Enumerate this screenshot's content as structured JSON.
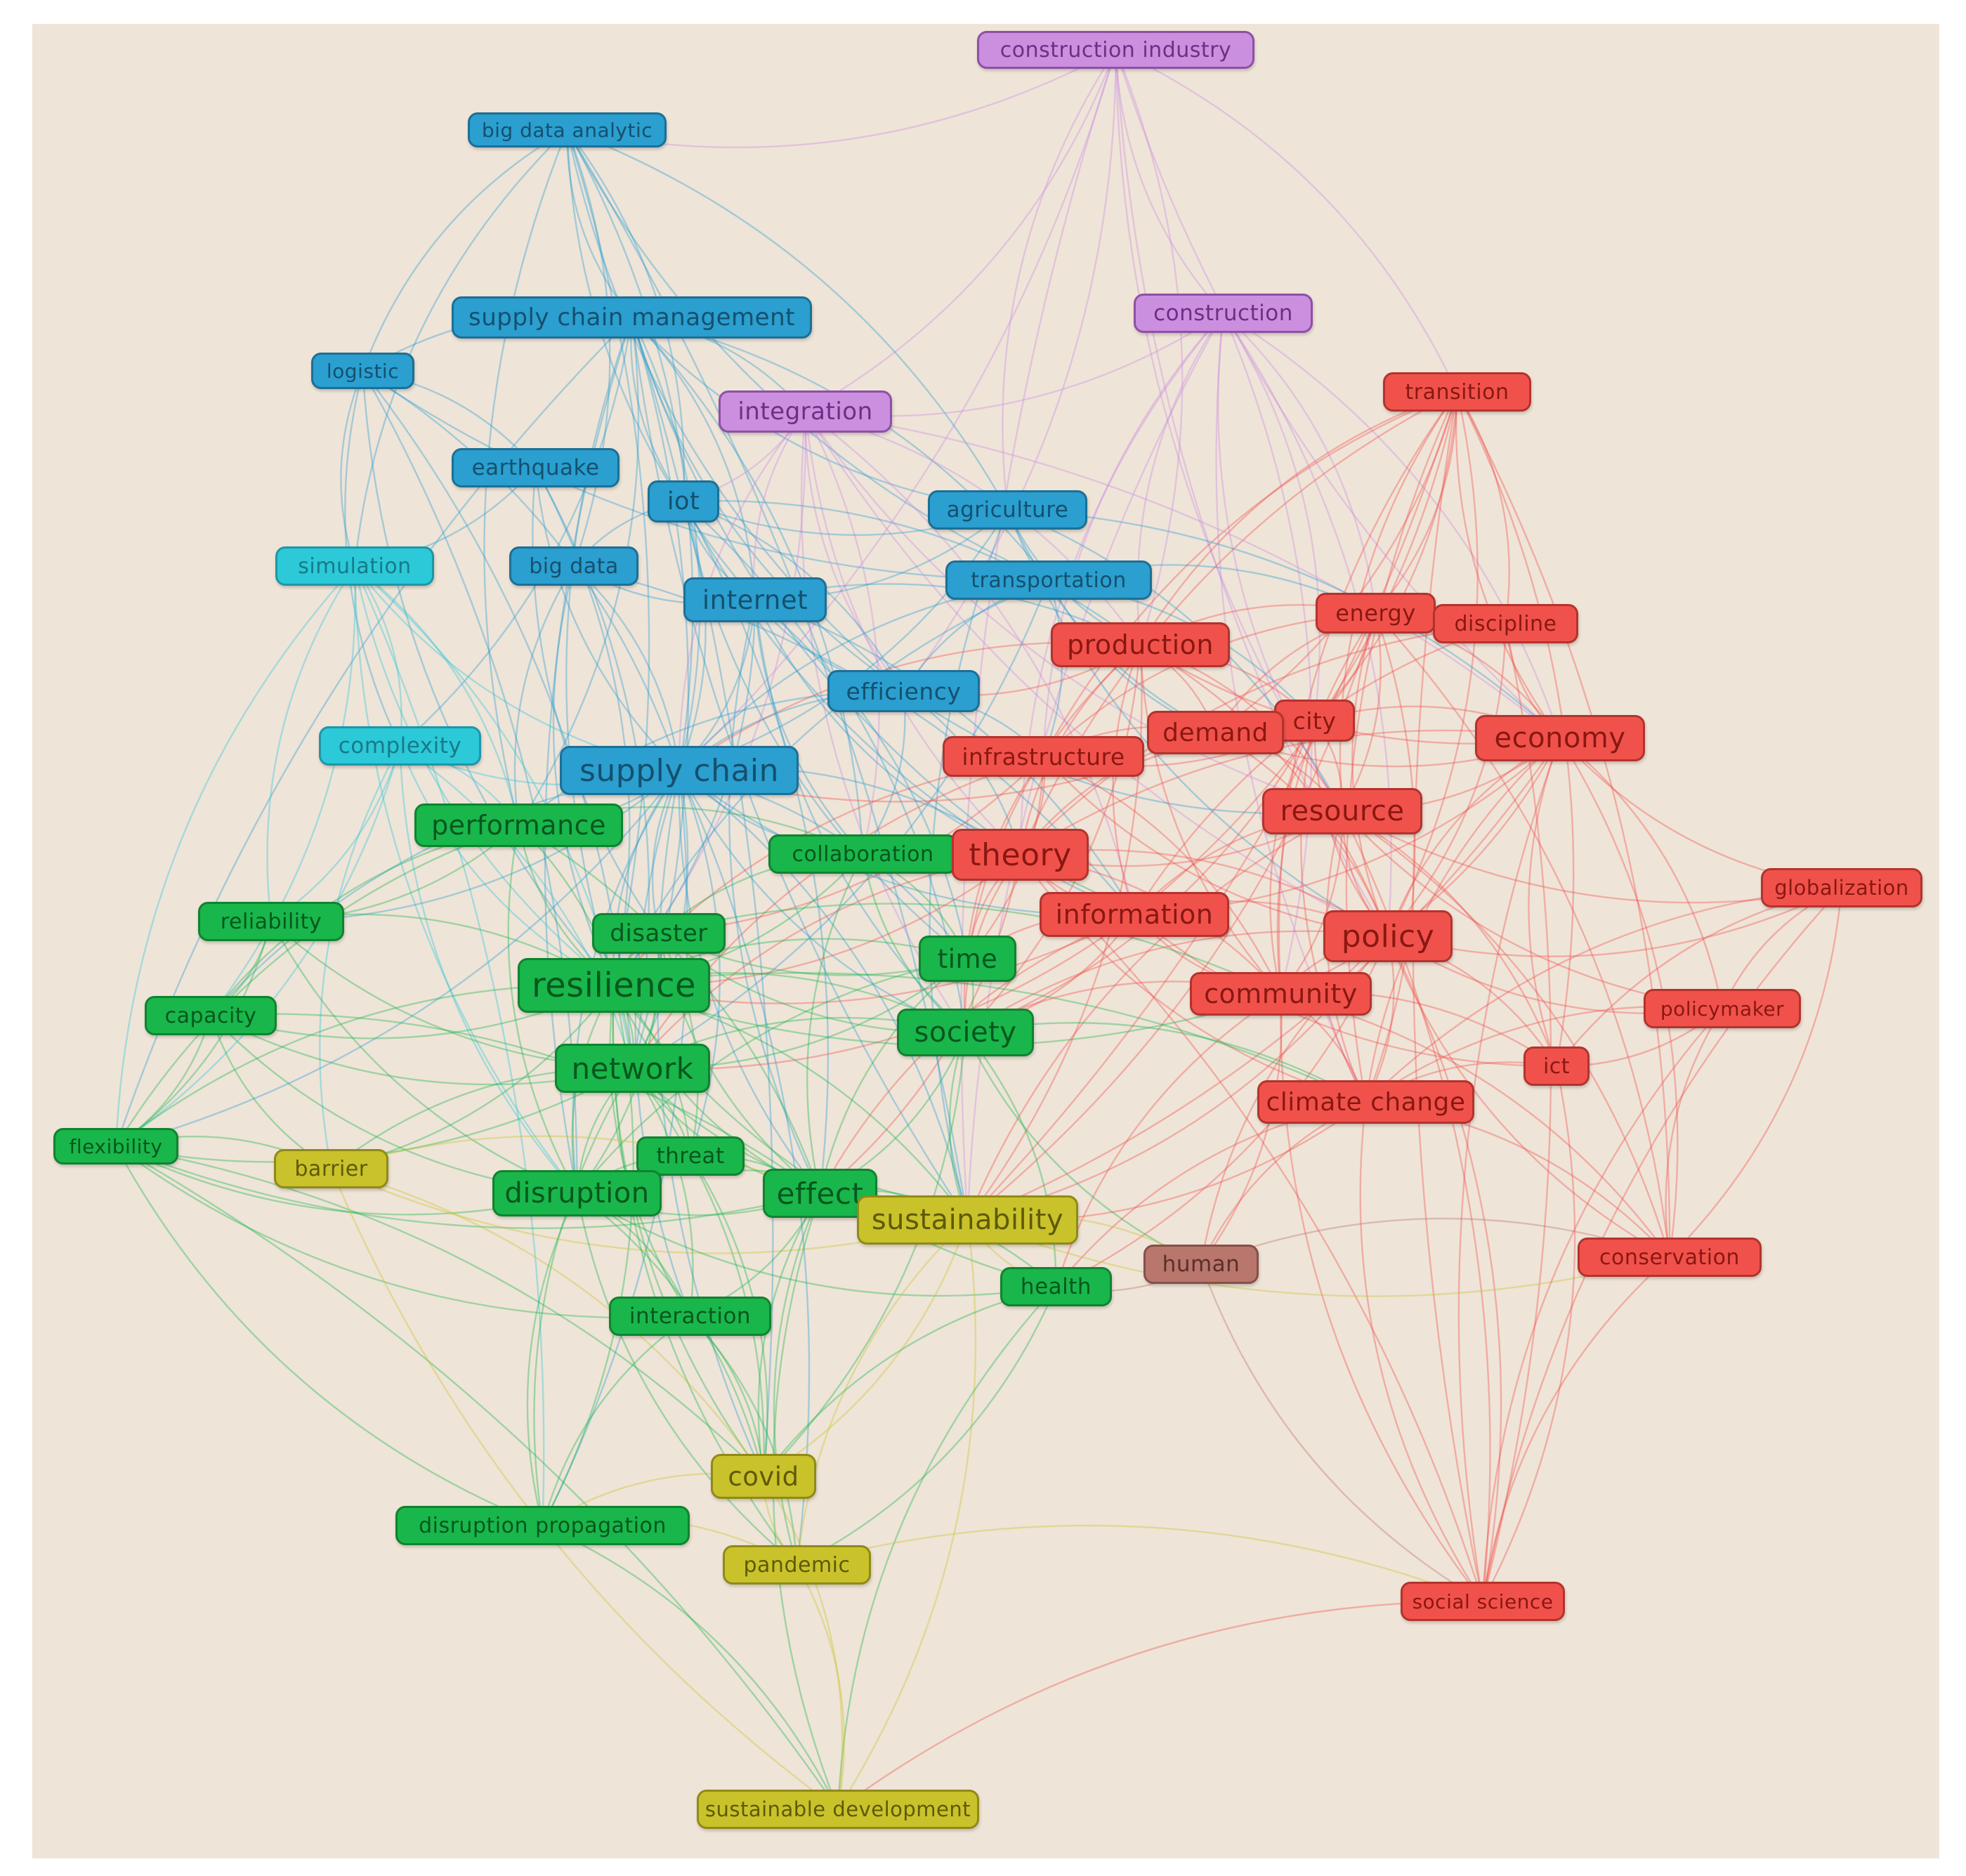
{
  "clusters": {
    "blue": {
      "fill": "#2a9fd0",
      "border": "#1d6f95",
      "text": "#15506e"
    },
    "cyan": {
      "fill": "#2cc9d8",
      "border": "#1d97a6",
      "text": "#177a88"
    },
    "purple": {
      "fill": "#cb8fdf",
      "border": "#8f4fa6",
      "text": "#6e2e86"
    },
    "red": {
      "fill": "#f0524b",
      "border": "#b3332d",
      "text": "#8a1712"
    },
    "green": {
      "fill": "#19b64b",
      "border": "#10832f",
      "text": "#07571e"
    },
    "yellow": {
      "fill": "#c9c22b",
      "border": "#8f8a17",
      "text": "#5e5a08"
    },
    "brown": {
      "fill": "#b9766c",
      "border": "#86514a",
      "text": "#5a2f2a"
    }
  },
  "nodes": [
    {
      "id": "construction-industry",
      "label": "construction industry",
      "cluster": "purple"
    },
    {
      "id": "big-data-analytic",
      "label": "big data analytic",
      "cluster": "blue"
    },
    {
      "id": "supply-chain-management",
      "label": "supply chain management",
      "cluster": "blue"
    },
    {
      "id": "construction",
      "label": "construction",
      "cluster": "purple"
    },
    {
      "id": "logistic",
      "label": "logistic",
      "cluster": "blue"
    },
    {
      "id": "transition",
      "label": "transition",
      "cluster": "red"
    },
    {
      "id": "integration",
      "label": "integration",
      "cluster": "purple"
    },
    {
      "id": "earthquake",
      "label": "earthquake",
      "cluster": "blue"
    },
    {
      "id": "iot",
      "label": "iot",
      "cluster": "blue"
    },
    {
      "id": "agriculture",
      "label": "agriculture",
      "cluster": "blue"
    },
    {
      "id": "simulation",
      "label": "simulation",
      "cluster": "cyan"
    },
    {
      "id": "big-data",
      "label": "big data",
      "cluster": "blue"
    },
    {
      "id": "transportation",
      "label": "transportation",
      "cluster": "blue"
    },
    {
      "id": "internet",
      "label": "internet",
      "cluster": "blue"
    },
    {
      "id": "energy",
      "label": "energy",
      "cluster": "red"
    },
    {
      "id": "discipline",
      "label": "discipline",
      "cluster": "red"
    },
    {
      "id": "production",
      "label": "production",
      "cluster": "red"
    },
    {
      "id": "efficiency",
      "label": "efficiency",
      "cluster": "blue"
    },
    {
      "id": "city",
      "label": "city",
      "cluster": "red"
    },
    {
      "id": "demand",
      "label": "demand",
      "cluster": "red"
    },
    {
      "id": "economy",
      "label": "economy",
      "cluster": "red"
    },
    {
      "id": "complexity",
      "label": "complexity",
      "cluster": "cyan"
    },
    {
      "id": "infrastructure",
      "label": "infrastructure",
      "cluster": "red"
    },
    {
      "id": "supply-chain",
      "label": "supply chain",
      "cluster": "blue"
    },
    {
      "id": "resource",
      "label": "resource",
      "cluster": "red"
    },
    {
      "id": "performance",
      "label": "performance",
      "cluster": "green"
    },
    {
      "id": "collaboration",
      "label": "collaboration",
      "cluster": "green"
    },
    {
      "id": "theory",
      "label": "theory",
      "cluster": "red"
    },
    {
      "id": "globalization",
      "label": "globalization",
      "cluster": "red"
    },
    {
      "id": "information",
      "label": "information",
      "cluster": "red"
    },
    {
      "id": "reliability",
      "label": "reliability",
      "cluster": "green"
    },
    {
      "id": "disaster",
      "label": "disaster",
      "cluster": "green"
    },
    {
      "id": "policy",
      "label": "policy",
      "cluster": "red"
    },
    {
      "id": "time",
      "label": "time",
      "cluster": "green"
    },
    {
      "id": "resilience",
      "label": "resilience",
      "cluster": "green"
    },
    {
      "id": "community",
      "label": "community",
      "cluster": "red"
    },
    {
      "id": "policymaker",
      "label": "policymaker",
      "cluster": "red"
    },
    {
      "id": "capacity",
      "label": "capacity",
      "cluster": "green"
    },
    {
      "id": "society",
      "label": "society",
      "cluster": "green"
    },
    {
      "id": "ict",
      "label": "ict",
      "cluster": "red"
    },
    {
      "id": "network",
      "label": "network",
      "cluster": "green"
    },
    {
      "id": "climate-change",
      "label": "climate change",
      "cluster": "red"
    },
    {
      "id": "flexibility",
      "label": "flexibility",
      "cluster": "green"
    },
    {
      "id": "threat",
      "label": "threat",
      "cluster": "green"
    },
    {
      "id": "barrier",
      "label": "barrier",
      "cluster": "yellow"
    },
    {
      "id": "disruption",
      "label": "disruption",
      "cluster": "green"
    },
    {
      "id": "effect",
      "label": "effect",
      "cluster": "green"
    },
    {
      "id": "sustainability",
      "label": "sustainability",
      "cluster": "yellow"
    },
    {
      "id": "human",
      "label": "human",
      "cluster": "brown"
    },
    {
      "id": "conservation",
      "label": "conservation",
      "cluster": "red"
    },
    {
      "id": "health",
      "label": "health",
      "cluster": "green"
    },
    {
      "id": "interaction",
      "label": "interaction",
      "cluster": "green"
    },
    {
      "id": "covid",
      "label": "covid",
      "cluster": "yellow"
    },
    {
      "id": "disruption-propagation",
      "label": "disruption propagation",
      "cluster": "green"
    },
    {
      "id": "pandemic",
      "label": "pandemic",
      "cluster": "yellow"
    },
    {
      "id": "social-science",
      "label": "social science",
      "cluster": "red"
    },
    {
      "id": "sustainable-development",
      "label": "sustainable development",
      "cluster": "yellow"
    }
  ]
}
